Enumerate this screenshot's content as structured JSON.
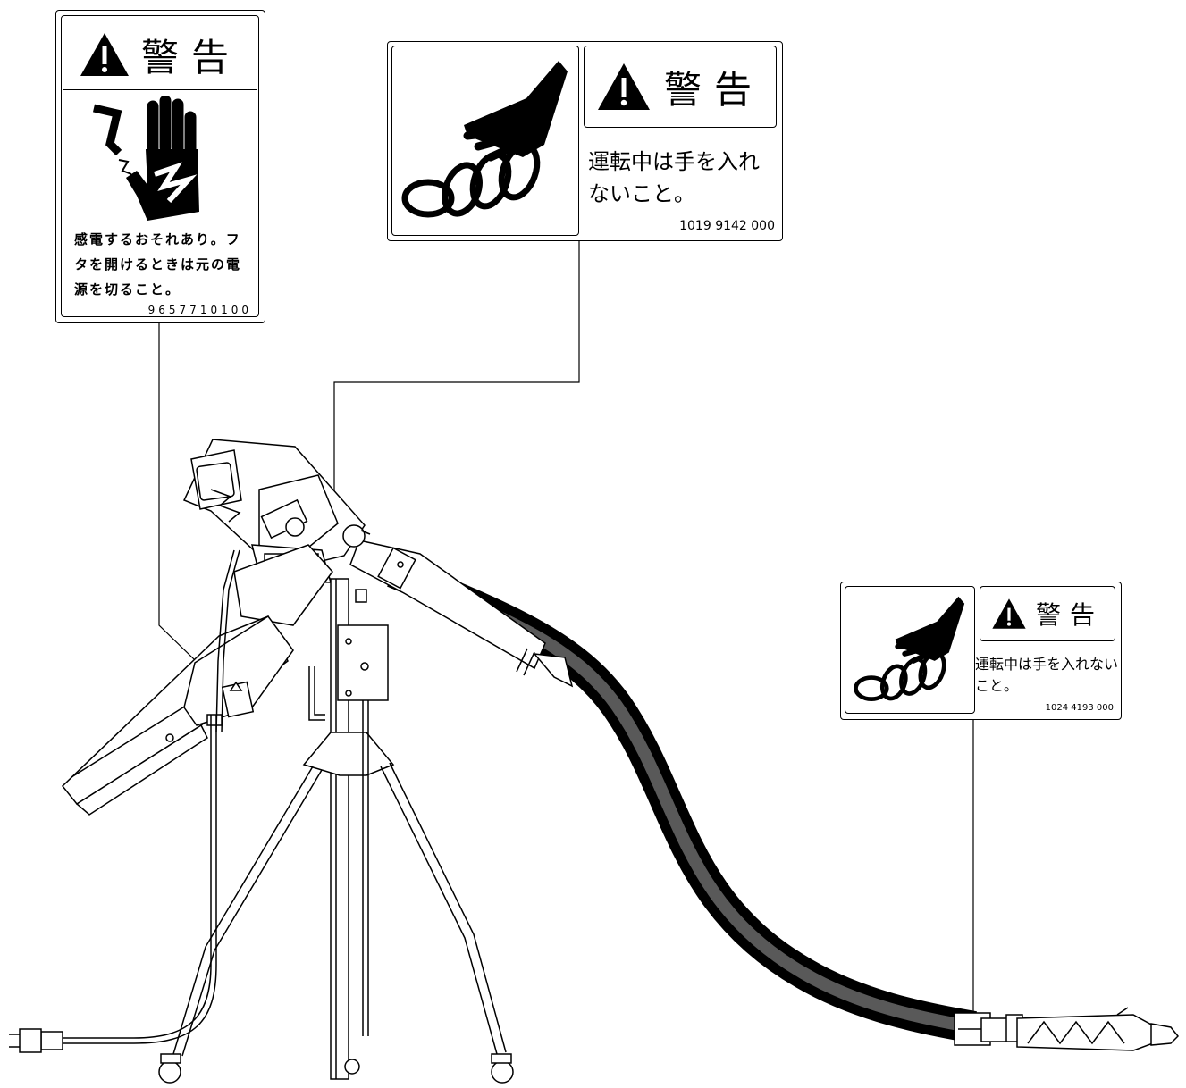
{
  "labels": {
    "electric": {
      "title": "警告",
      "text": "感電するおそれあり。フタを開けるときは元の電源を切ること。",
      "code": "9657710100",
      "icon": "electric-shock-hand-icon"
    },
    "auger_large": {
      "title": "警告",
      "text": "運転中は手を入れないこと。",
      "code": "1019 9142 000",
      "icon": "hand-in-auger-icon"
    },
    "auger_small": {
      "title": "警告",
      "text": "運転中は手を入れないこと。",
      "code": "1024 4193 000",
      "icon": "hand-in-auger-icon"
    }
  },
  "colors": {
    "ink": "#000000",
    "paper": "#ffffff"
  }
}
